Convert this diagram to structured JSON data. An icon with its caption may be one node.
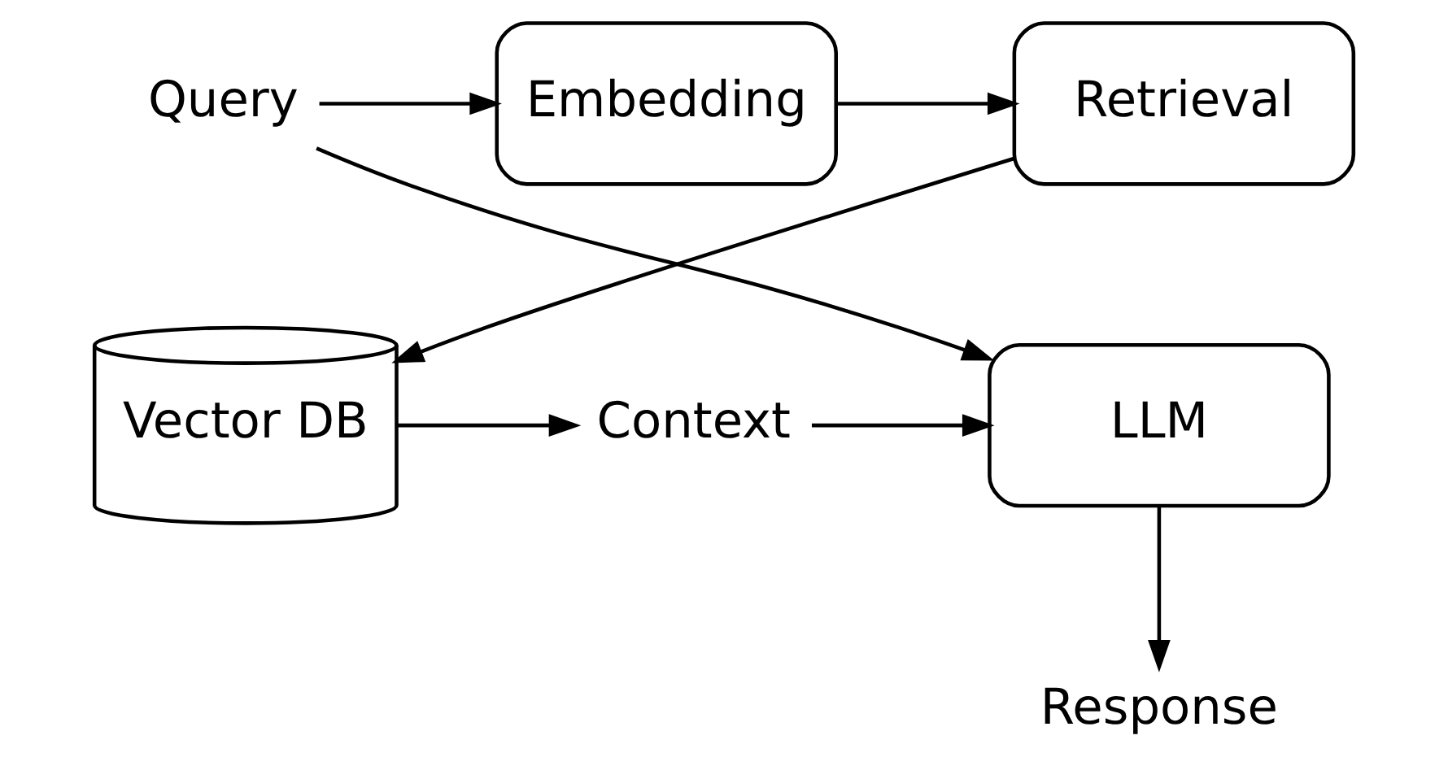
{
  "diagram": {
    "nodes": [
      {
        "text": [
          "Query"
        ]
      },
      {
        "text": [
          "Embedding"
        ]
      },
      {
        "text": [
          "Retrieval"
        ]
      },
      {
        "text": [
          "Vector DB"
        ]
      },
      {
        "text": [
          "Context"
        ]
      },
      {
        "text": [
          "LLM"
        ]
      },
      {
        "text": [
          "Response"
        ]
      }
    ],
    "edges": [
      {
        "from": 0,
        "to": 1,
        "arrow": "to"
      },
      {
        "from": 1,
        "to": 2,
        "arrow": "to"
      },
      {
        "from": 2,
        "to": 3,
        "arrow": "to"
      },
      {
        "from": 3,
        "to": 4,
        "arrow": "to"
      },
      {
        "from": 4,
        "to": 5,
        "arrow": "to"
      },
      {
        "from": 0,
        "to": 5,
        "arrow": "to"
      },
      {
        "from": 5,
        "to": 6,
        "arrow": "to"
      }
    ]
  }
}
